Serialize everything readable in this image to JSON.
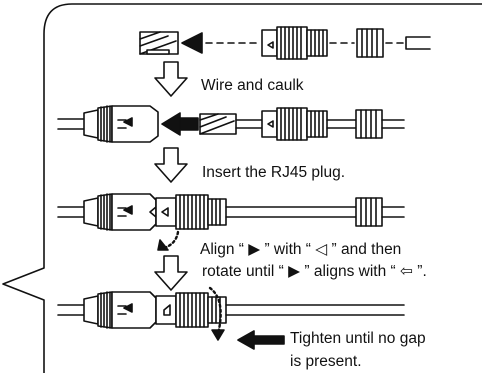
{
  "captions": {
    "wire": "Wire and caulk",
    "insert": "Insert the RJ45 plug.",
    "align_line1": "Align “ ▶ ” with “ ◁ ” and then",
    "align_line2": "rotate until “ ▶ ” aligns with “ ⇦ ”.",
    "tighten_line1": "Tighten until no gap",
    "tighten_line2": "is present."
  },
  "colors": {
    "ink": "#111111",
    "fill": "#ffffff"
  },
  "icons": {
    "step_arrow": "hollow-down-arrow",
    "solid_arrow": "solid-left-arrow",
    "rotation": "dotted-rotation-arrow"
  }
}
